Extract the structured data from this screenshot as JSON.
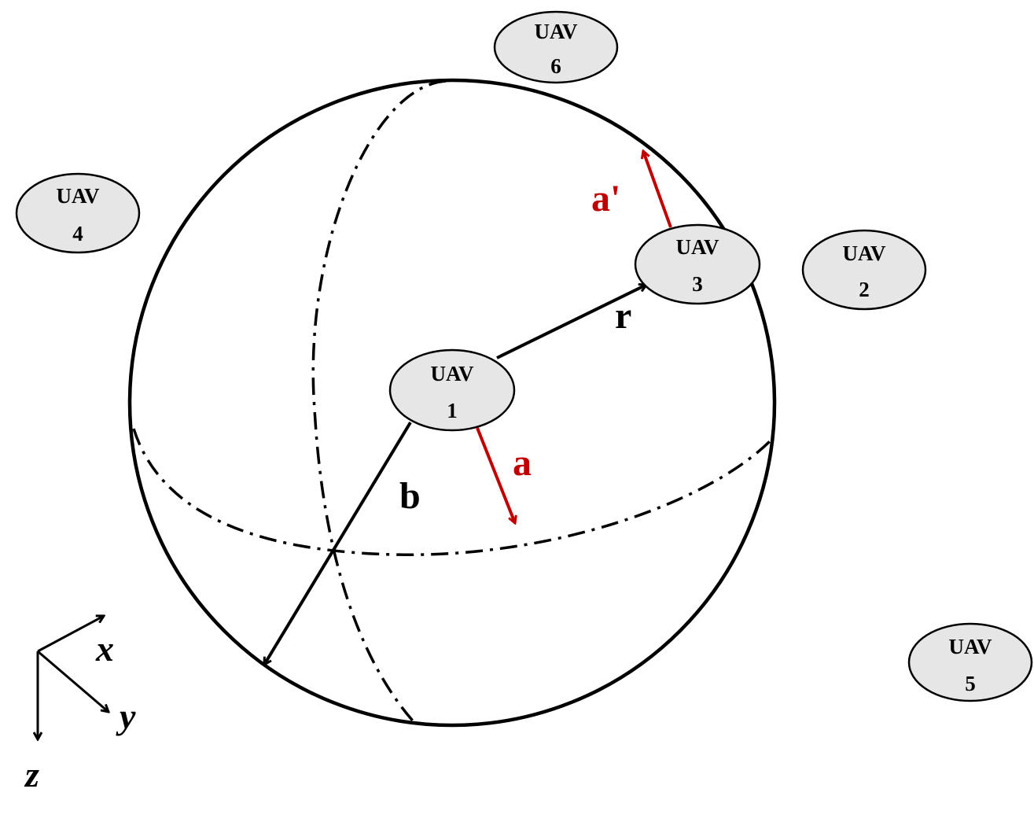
{
  "uavs": {
    "uav1": {
      "title": "UAV",
      "id": "1"
    },
    "uav2": {
      "title": "UAV",
      "id": "2"
    },
    "uav3": {
      "title": "UAV",
      "id": "3"
    },
    "uav4": {
      "title": "UAV",
      "id": "4"
    },
    "uav5": {
      "title": "UAV",
      "id": "5"
    },
    "uav6": {
      "title": "UAV",
      "id": "6"
    }
  },
  "vectors": {
    "r": "r",
    "b": "b",
    "a": "a",
    "a_prime": "a'"
  },
  "axes": {
    "x": "x",
    "y": "y",
    "z": "z"
  },
  "colors": {
    "accent_red": "#c00000",
    "node_fill": "#e6e6e6",
    "line": "#000000"
  }
}
